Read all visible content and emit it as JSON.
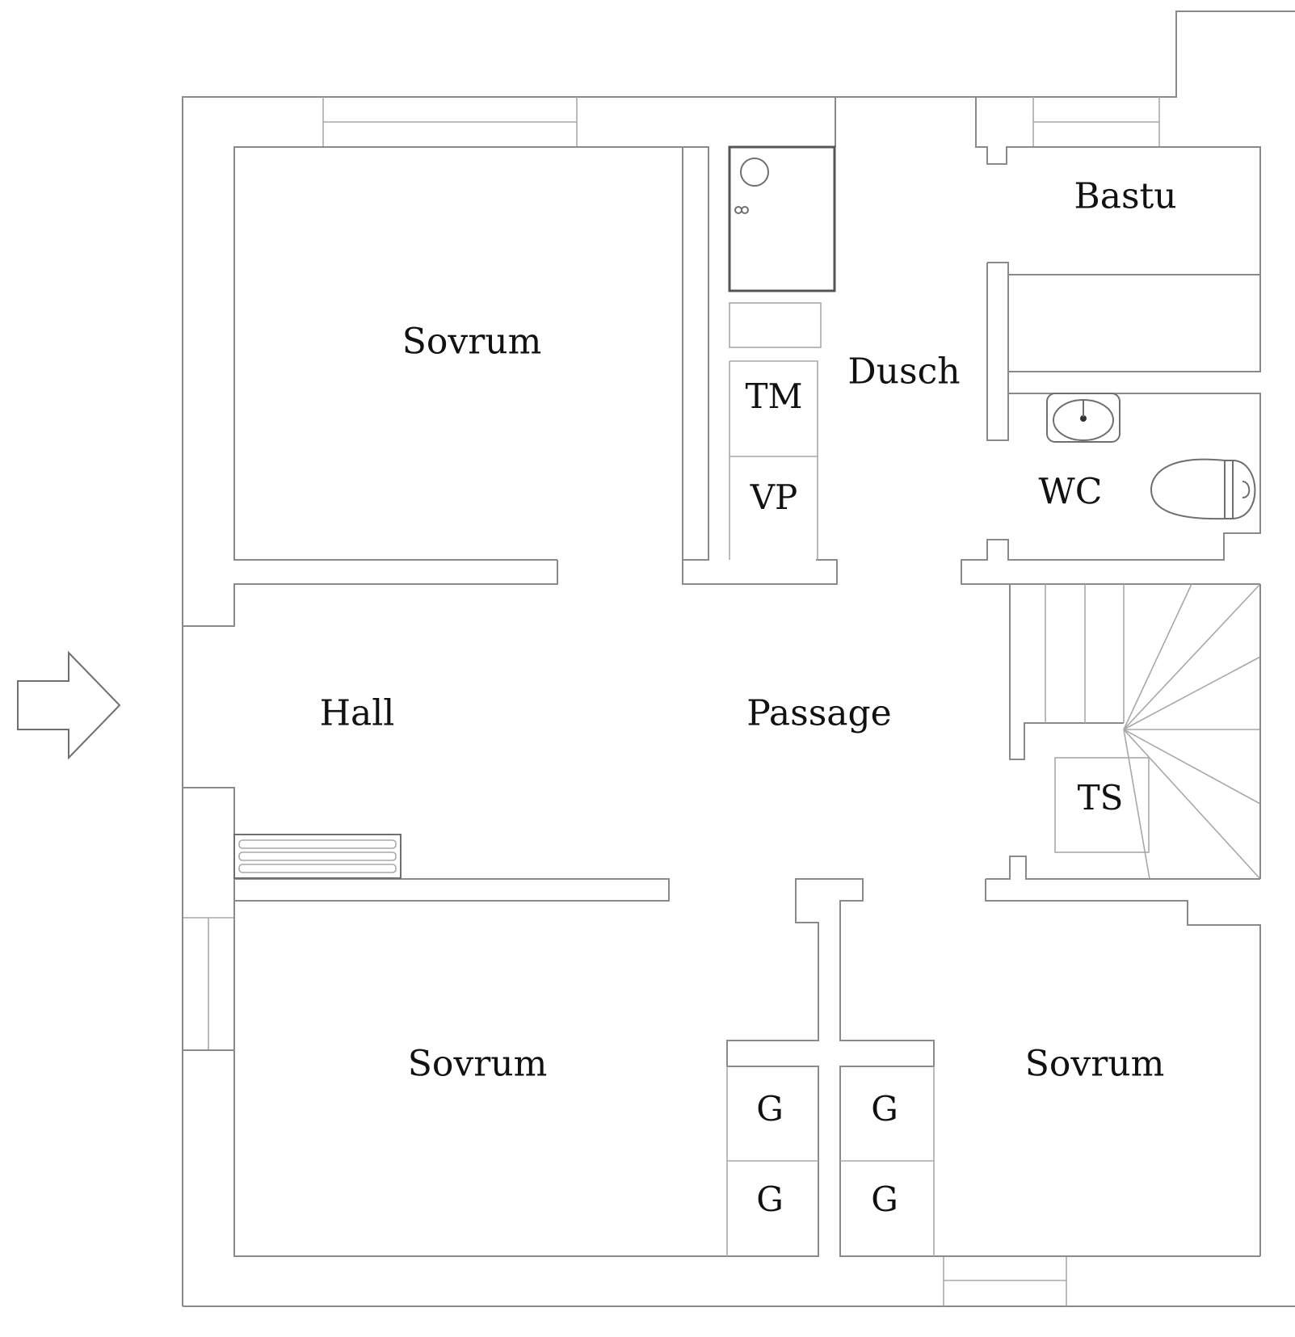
{
  "rooms": {
    "sovrum_top": "Sovrum",
    "dusch": "Dusch",
    "bastu": "Bastu",
    "tm": "TM",
    "vp": "VP",
    "wc": "WC",
    "hall": "Hall",
    "passage": "Passage",
    "ts": "TS",
    "sovrum_bottom_left": "Sovrum",
    "sovrum_bottom_right": "Sovrum",
    "g1": "G",
    "g2": "G",
    "g3": "G",
    "g4": "G"
  },
  "colors": {
    "wall": "#8a8a8a",
    "text": "#111111",
    "background": "#ffffff"
  },
  "icons": [
    "entrance-arrow-icon",
    "shower-icon",
    "sink-icon",
    "toilet-icon",
    "radiator-icon",
    "staircase-icon"
  ]
}
